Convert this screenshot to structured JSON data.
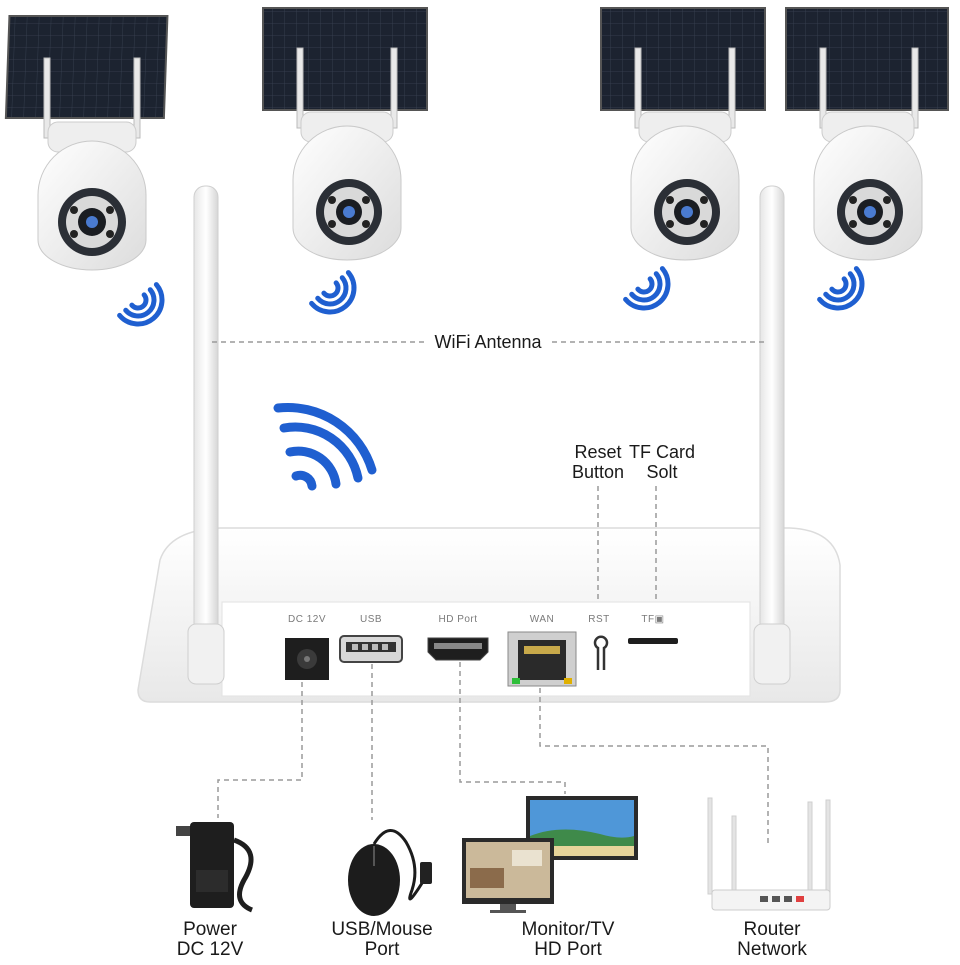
{
  "diagram": {
    "antenna_label": "WiFi Antenna",
    "reset": {
      "line1": "Reset",
      "line2": "Button"
    },
    "tf_card": {
      "line1": "TF Card",
      "line2": "Solt"
    },
    "ports": {
      "dc": "DC 12V",
      "usb": "USB",
      "hd": "HD Port",
      "wan": "WAN",
      "rst": "RST",
      "tf": "TF▣"
    },
    "devices": {
      "power": {
        "line1": "Power",
        "line2": "DC 12V"
      },
      "mouse": {
        "line1": "USB/Mouse",
        "line2": "Port"
      },
      "monitor": {
        "line1": "Monitor/TV",
        "line2": "HD Port"
      },
      "router": {
        "line1": "Router",
        "line2": "Network"
      }
    },
    "colors": {
      "wifi_blue": "#1f5fd0",
      "panel": "#1c2330",
      "device_white": "#f2f2f2",
      "connector_line": "#9a9a9a"
    }
  }
}
